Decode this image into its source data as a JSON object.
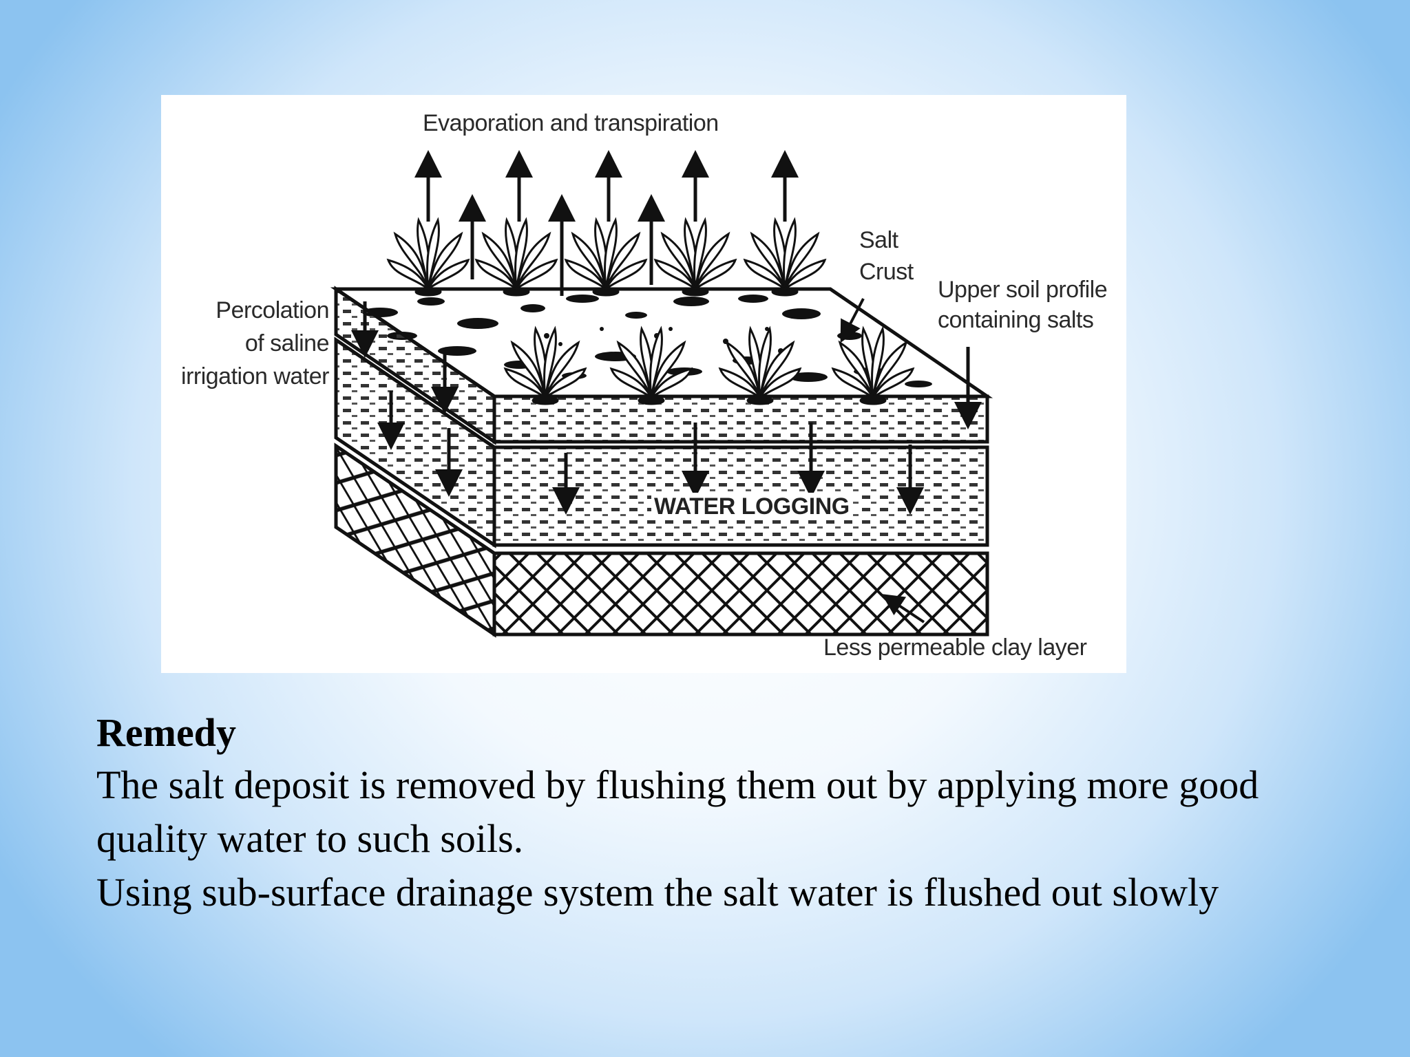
{
  "diagram": {
    "labels": {
      "evaporation": "Evaporation and transpiration",
      "salt_crust_1": "Salt",
      "salt_crust_2": "Crust",
      "upper_soil_1": "Upper soil profile",
      "upper_soil_2": "containing salts",
      "percolation_1": "Percolation",
      "percolation_2": "of saline",
      "percolation_3": "irrigation water",
      "water_logging": "WATER LOGGING",
      "clay_layer": "Less permeable clay layer"
    }
  },
  "text": {
    "heading": "Remedy",
    "paragraph1": "The salt deposit is removed by flushing them out by applying more good quality water to such soils.",
    "paragraph2": "Using sub-surface drainage system the salt water is flushed out slowly"
  }
}
